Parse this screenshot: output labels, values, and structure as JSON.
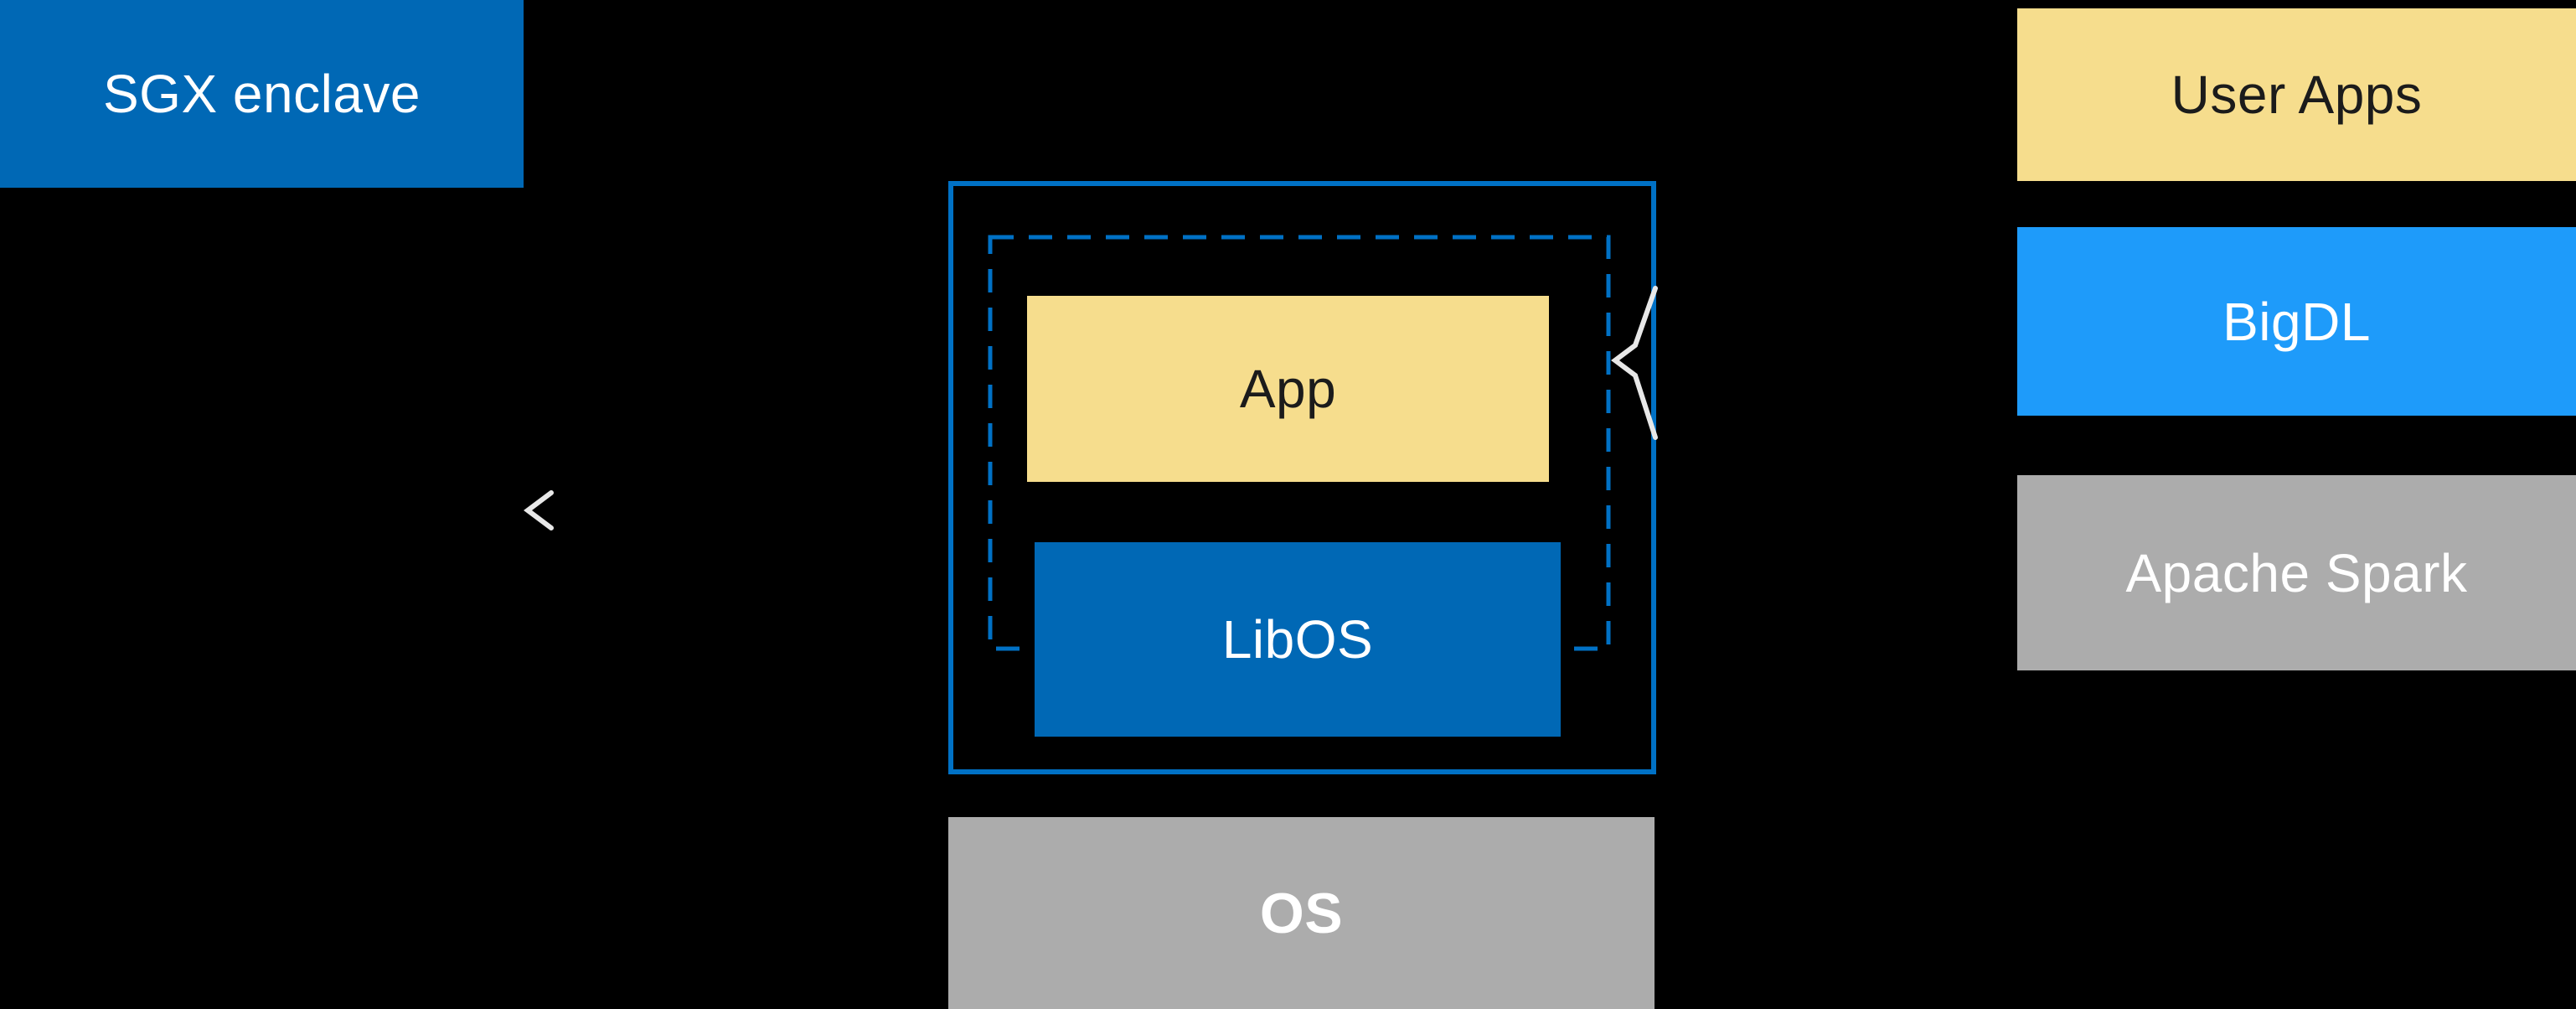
{
  "colors": {
    "background": "#000000",
    "enclave_fill": "#0068B5",
    "enclave_border": "#0071C5",
    "bigdl_blue": "#1E9BFA",
    "app_yellow": "#F6DD8D",
    "gray": "#ACACAC",
    "dark_text": "#1B1B1B",
    "light_text": "#FFFFFF",
    "arrow_color": "#E8E8E8"
  },
  "boxes": {
    "sgx_enclave": "SGX enclave",
    "app": "App",
    "libos": "LibOS",
    "os": "OS",
    "user_apps": "User Apps",
    "bigdl": "BigDL",
    "apache_spark": "Apache Spark"
  },
  "icons": {
    "sgx_pointer": "arrowhead-left",
    "app_brace": "brace-left"
  }
}
